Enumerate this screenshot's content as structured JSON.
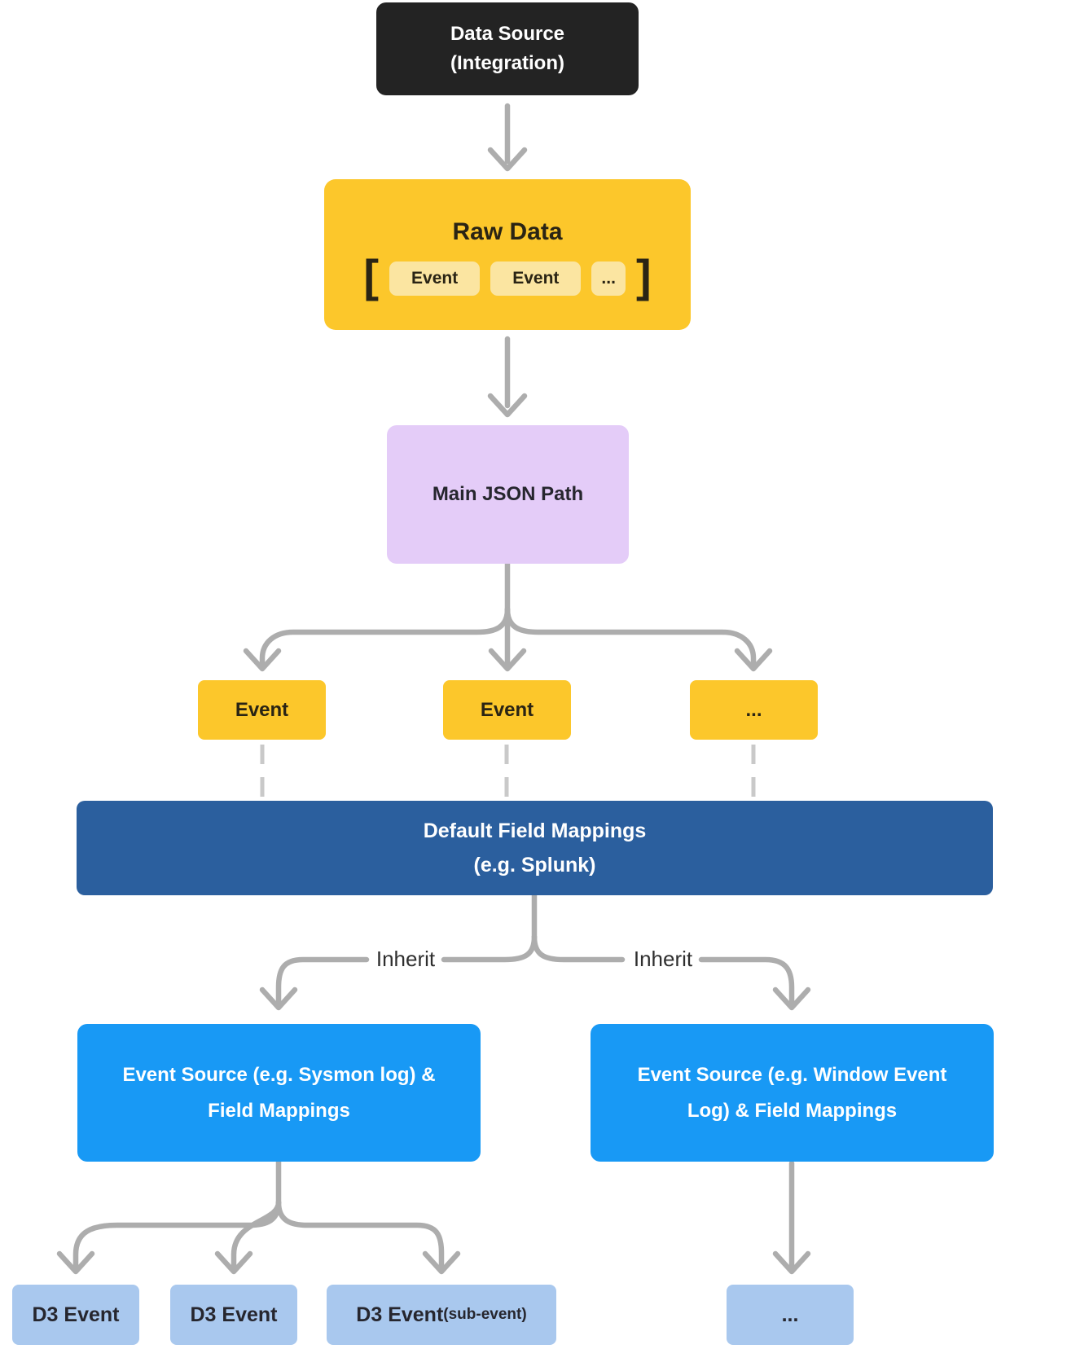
{
  "nodes": {
    "data_source": {
      "line1": "Data Source",
      "line2": "(Integration)"
    },
    "raw_data": {
      "title": "Raw Data",
      "bracket_open": "[",
      "bracket_close": "]",
      "events": [
        "Event",
        "Event",
        "..."
      ]
    },
    "main_json_path": {
      "label": "Main JSON Path"
    },
    "event_row": [
      "Event",
      "Event",
      "..."
    ],
    "default_field_mappings": {
      "line1": "Default Field Mappings",
      "line2": "(e.g. Splunk)"
    },
    "inherit_left": {
      "label": "Inherit"
    },
    "inherit_right": {
      "label": "Inherit"
    },
    "event_source_left": {
      "line1": "Event Source (e.g. Sysmon log) &",
      "line2": "Field Mappings"
    },
    "event_source_right": {
      "line1": "Event Source (e.g. Window Event",
      "line2": "Log) & Field Mappings"
    },
    "d3_events": [
      {
        "label": "D3 Event"
      },
      {
        "label": "D3 Event"
      },
      {
        "label": "D3 Event",
        "suffix": "(sub-event)"
      },
      {
        "label": "..."
      }
    ]
  },
  "colors": {
    "box-black": "#232323",
    "yellow": "#FCC72B",
    "chip-yellow": "#FBE5A1",
    "purple": "#E4CCF8",
    "dark-blue": "#2B5F9E",
    "bright-blue": "#1899F5",
    "light-blue": "#A9C8EE",
    "arrow-gray": "#ADADAD",
    "dash-gray": "#C9C9C9",
    "ink": "#2A2414",
    "text-dark": "#26262E",
    "white": "#FFFFFF"
  }
}
